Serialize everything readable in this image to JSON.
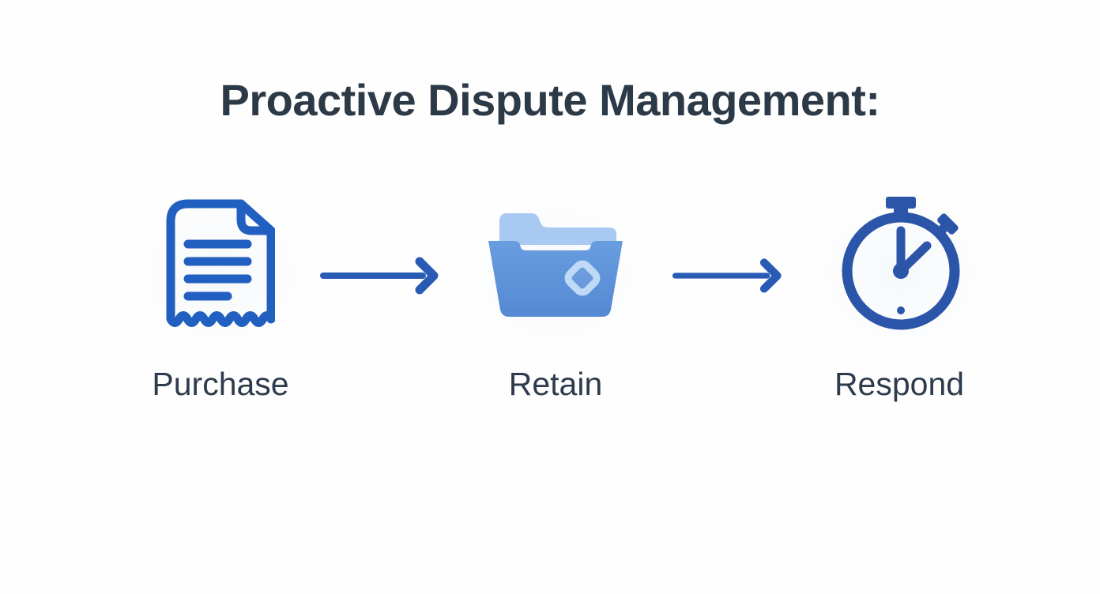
{
  "title": "Proactive Dispute Management:",
  "steps": [
    {
      "label": "Purchase",
      "icon": "receipt-icon"
    },
    {
      "label": "Retain",
      "icon": "folder-icon"
    },
    {
      "label": "Respond",
      "icon": "stopwatch-icon"
    }
  ],
  "connectors": [
    {
      "icon": "right-arrow-icon"
    },
    {
      "icon": "right-arrow-icon"
    }
  ],
  "colors": {
    "background": "#fefefe",
    "title_text": "#2c3947",
    "label_text": "#2d3b4c",
    "receipt_blue": "#2160c0",
    "folder_front": "#5c93da",
    "folder_front_top": "#689de0",
    "folder_back": "#a8c9f1",
    "folder_badge": "#bedaf6",
    "stopwatch_blue": "#2a55a8",
    "arrow_blue": "#2a5bb4"
  }
}
